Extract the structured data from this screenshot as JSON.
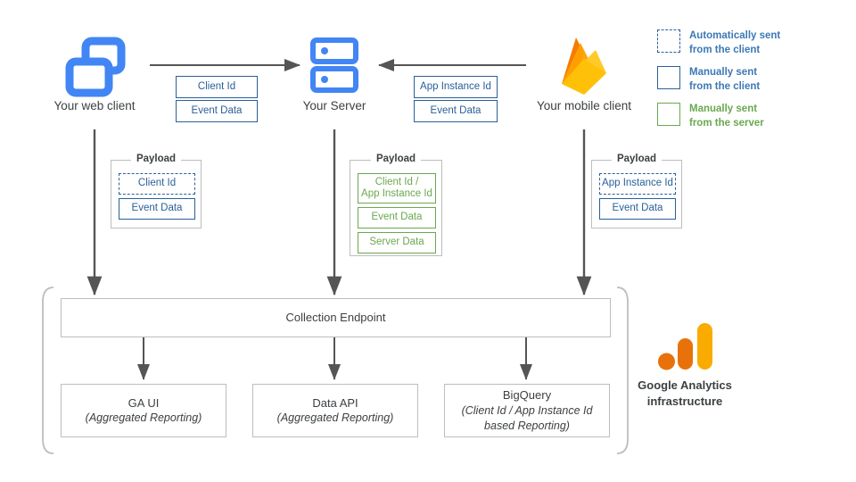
{
  "nodes": {
    "web_client": "Your web client",
    "server": "Your Server",
    "mobile_client": "Your mobile client"
  },
  "icons": {
    "web_client": "web-client-windows-icon",
    "server": "server-rack-icon",
    "mobile_client": "firebase-flame-icon",
    "ga_logo": "google-analytics-bars-icon"
  },
  "transit": {
    "web_to_server": [
      "Client Id",
      "Event Data"
    ],
    "mobile_to_server": [
      "App Instance Id",
      "Event Data"
    ]
  },
  "payloads": {
    "title": "Payload",
    "web": [
      {
        "label": "Client Id",
        "style": "blue-dashed"
      },
      {
        "label": "Event Data",
        "style": "blue"
      }
    ],
    "server": [
      {
        "label": "Client Id /\nApp Instance Id",
        "style": "green"
      },
      {
        "label": "Event Data",
        "style": "green"
      },
      {
        "label": "Server Data",
        "style": "green"
      }
    ],
    "mobile": [
      {
        "label": "App Instance Id",
        "style": "blue-dashed"
      },
      {
        "label": "Event Data",
        "style": "blue"
      }
    ]
  },
  "infrastructure": {
    "collection_endpoint": "Collection Endpoint",
    "outputs": [
      {
        "title": "GA UI",
        "subtitle": "(Aggregated Reporting)"
      },
      {
        "title": "Data API",
        "subtitle": "(Aggregated Reporting)"
      },
      {
        "title": "BigQuery",
        "subtitle": "(Client Id / App Instance Id\nbased Reporting)"
      }
    ],
    "caption": "Google Analytics\ninfrastructure"
  },
  "legend": [
    {
      "style": "blue-dashed",
      "text": "Automatically sent\nfrom the client",
      "color_class": "blue"
    },
    {
      "style": "blue",
      "text": "Manually sent\nfrom the client",
      "color_class": "blue"
    },
    {
      "style": "green",
      "text": "Manually sent\nfrom the server",
      "color_class": "green"
    }
  ],
  "colors": {
    "google_blue": "#4285f4",
    "chip_blue": "#2a6099",
    "legend_blue": "#3c78b5",
    "green": "#6aa84f",
    "arrow_gray": "#555555",
    "box_gray": "#bdbdbd",
    "ga_orange_dark": "#f57c00",
    "ga_orange_light": "#f9ab00",
    "firebase_orange": "#f57c00",
    "firebase_yellow": "#ffca28"
  }
}
